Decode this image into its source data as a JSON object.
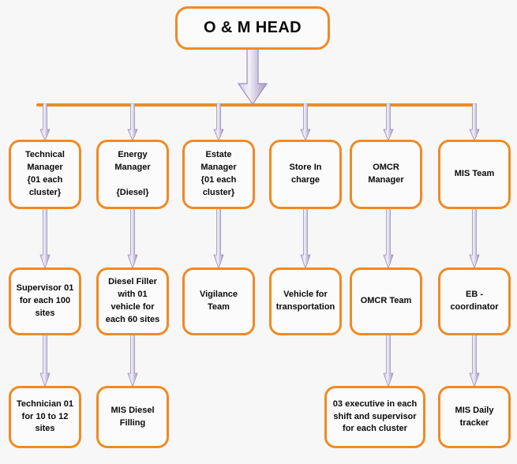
{
  "chart": {
    "title": "O & M HEAD Organizational Chart",
    "colors": {
      "box_border": "#f08a24",
      "box_fill": "#fbfbfb",
      "connector": "#b3aacd",
      "bar": "#f08a24",
      "background": "#f7f7f7",
      "text": "#0a0a0a"
    },
    "root": {
      "label": "O & M HEAD"
    },
    "level1": [
      {
        "label": "Technical\nManager\n{01 each\ncluster}"
      },
      {
        "label": "Energy\nManager\n\n{Diesel}"
      },
      {
        "label": "Estate\nManager\n{01 each\ncluster}"
      },
      {
        "label": "Store In\ncharge"
      },
      {
        "label": "OMCR\nManager"
      },
      {
        "label": "MIS Team"
      }
    ],
    "level2": [
      {
        "label": "Supervisor 01\nfor each 100\nsites"
      },
      {
        "label": "Diesel Filler\nwith 01\nvehicle for\neach 60 sites"
      },
      {
        "label": "Vigilance\nTeam"
      },
      {
        "label": "Vehicle for\ntransportation"
      },
      {
        "label": "OMCR Team"
      },
      {
        "label": "EB -\ncoordinator"
      }
    ],
    "level3": [
      {
        "label": "Technician 01\nfor 10 to 12\nsites"
      },
      {
        "label": "MIS Diesel\nFilling"
      },
      {
        "label": "03 executive in each\nshift and supervisor\nfor each cluster"
      },
      {
        "label": "MIS Daily\ntracker"
      }
    ]
  },
  "chart_data": {
    "type": "diagram",
    "title": "O & M HEAD Organizational Chart",
    "nodes": [
      {
        "id": "root",
        "level": 0,
        "label": "O & M HEAD"
      },
      {
        "id": "l1-1",
        "level": 1,
        "column": 1,
        "label": "Technical Manager {01 each cluster}"
      },
      {
        "id": "l1-2",
        "level": 1,
        "column": 2,
        "label": "Energy Manager {Diesel}"
      },
      {
        "id": "l1-3",
        "level": 1,
        "column": 3,
        "label": "Estate Manager {01 each cluster}"
      },
      {
        "id": "l1-4",
        "level": 1,
        "column": 4,
        "label": "Store In charge"
      },
      {
        "id": "l1-5",
        "level": 1,
        "column": 5,
        "label": "OMCR Manager"
      },
      {
        "id": "l1-6",
        "level": 1,
        "column": 6,
        "label": "MIS Team"
      },
      {
        "id": "l2-1",
        "level": 2,
        "column": 1,
        "label": "Supervisor 01 for each 100 sites"
      },
      {
        "id": "l2-2",
        "level": 2,
        "column": 2,
        "label": "Diesel Filler with 01 vehicle for each 60 sites"
      },
      {
        "id": "l2-3",
        "level": 2,
        "column": 3,
        "label": "Vigilance Team"
      },
      {
        "id": "l2-4",
        "level": 2,
        "column": 4,
        "label": "Vehicle for transportation"
      },
      {
        "id": "l2-5",
        "level": 2,
        "column": 5,
        "label": "OMCR Team"
      },
      {
        "id": "l2-6",
        "level": 2,
        "column": 6,
        "label": "EB - coordinator"
      },
      {
        "id": "l3-1",
        "level": 3,
        "column": 1,
        "label": "Technician 01 for 10 to 12 sites"
      },
      {
        "id": "l3-2",
        "level": 3,
        "column": 2,
        "label": "MIS Diesel Filling"
      },
      {
        "id": "l3-5",
        "level": 3,
        "column": 5,
        "label": "03 executive in each shift and supervisor for each cluster"
      },
      {
        "id": "l3-6",
        "level": 3,
        "column": 6,
        "label": "MIS Daily tracker"
      }
    ],
    "edges": [
      {
        "from": "root",
        "to": "distribution-bar",
        "style": "block-arrow"
      },
      {
        "from": "distribution-bar",
        "to": "l1-1",
        "style": "arrow"
      },
      {
        "from": "distribution-bar",
        "to": "l1-2",
        "style": "arrow"
      },
      {
        "from": "distribution-bar",
        "to": "l1-3",
        "style": "arrow"
      },
      {
        "from": "distribution-bar",
        "to": "l1-4",
        "style": "arrow"
      },
      {
        "from": "distribution-bar",
        "to": "l1-5",
        "style": "arrow"
      },
      {
        "from": "distribution-bar",
        "to": "l1-6",
        "style": "arrow"
      },
      {
        "from": "l1-1",
        "to": "l2-1",
        "style": "arrow"
      },
      {
        "from": "l1-2",
        "to": "l2-2",
        "style": "arrow"
      },
      {
        "from": "l1-3",
        "to": "l2-3",
        "style": "arrow"
      },
      {
        "from": "l1-4",
        "to": "l2-4",
        "style": "arrow"
      },
      {
        "from": "l1-5",
        "to": "l2-5",
        "style": "arrow"
      },
      {
        "from": "l1-6",
        "to": "l2-6",
        "style": "arrow"
      },
      {
        "from": "l2-1",
        "to": "l3-1",
        "style": "arrow"
      },
      {
        "from": "l2-2",
        "to": "l3-2",
        "style": "arrow"
      },
      {
        "from": "l2-5",
        "to": "l3-5",
        "style": "arrow"
      },
      {
        "from": "l2-6",
        "to": "l3-6",
        "style": "arrow"
      }
    ]
  }
}
